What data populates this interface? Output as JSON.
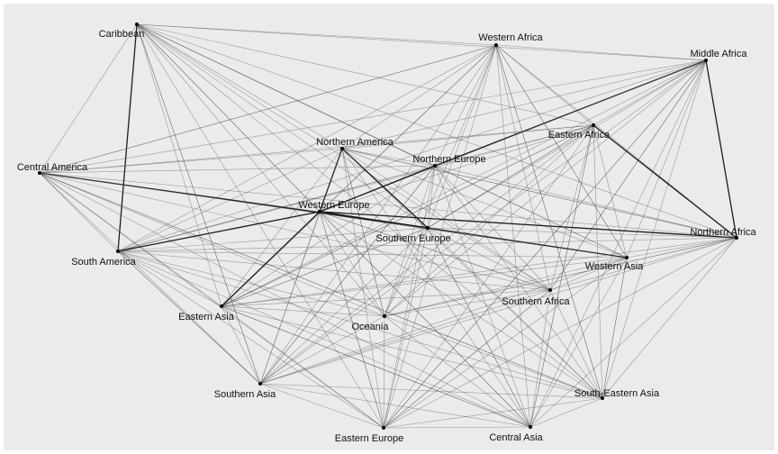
{
  "diagram": {
    "type": "network",
    "nodes": [
      "Caribbean",
      "Western Africa",
      "Middle Africa",
      "Eastern Africa",
      "Northern America",
      "Northern Europe",
      "Central America",
      "Western Europe",
      "Southern Europe",
      "Northern Africa",
      "South America",
      "Western Asia",
      "Southern Africa",
      "Eastern Asia",
      "Oceania",
      "Southern Asia",
      "South-Eastern Asia",
      "Eastern Europe",
      "Central Asia"
    ],
    "edge_mode": "complete",
    "heavy_edges": [
      [
        "Central America",
        "Southern Europe"
      ],
      [
        "Western Europe",
        "Northern Africa"
      ],
      [
        "Western Europe",
        "Western Asia"
      ],
      [
        "Northern America",
        "Western Europe"
      ],
      [
        "Northern America",
        "Southern Europe"
      ],
      [
        "Northern Europe",
        "Middle Africa"
      ],
      [
        "Western Europe",
        "South America"
      ],
      [
        "Western Europe",
        "Eastern Asia"
      ],
      [
        "Northern Europe",
        "Western Europe"
      ],
      [
        "Caribbean",
        "South America"
      ],
      [
        "Eastern Africa",
        "Northern Africa"
      ],
      [
        "Middle Africa",
        "Northern Africa"
      ]
    ],
    "colors": {
      "background": "#ebebeb",
      "edge": "#555555",
      "heavy_edge": "#111111",
      "node": "#000000"
    }
  }
}
